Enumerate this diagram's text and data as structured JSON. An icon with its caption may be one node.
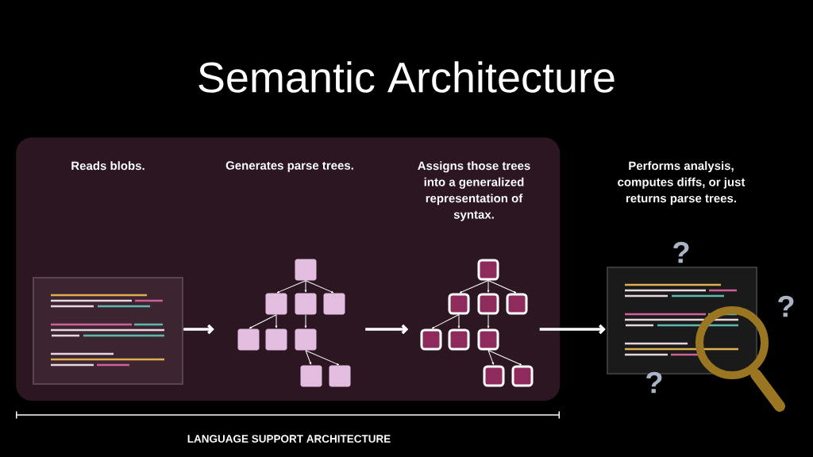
{
  "diagram": {
    "title": "Semantic Architecture",
    "nodes": [
      {
        "text": [],
        "shape": "box"
      },
      {
        "text": [
          "Reads blobs."
        ],
        "in": 0
      },
      {
        "text": [],
        "shape": "picture",
        "in": 1
      },
      {
        "text": [
          "Generates parse trees."
        ],
        "in": 0
      },
      {
        "text": [],
        "shape": "box",
        "in": 3
      },
      {
        "text": [],
        "shape": "box",
        "in": 3
      },
      {
        "text": [],
        "shape": "box",
        "in": 3
      },
      {
        "text": [],
        "shape": "box",
        "in": 3
      },
      {
        "text": [],
        "shape": "box",
        "in": 3
      },
      {
        "text": [],
        "shape": "box",
        "in": 3
      },
      {
        "text": [],
        "shape": "box",
        "in": 3
      },
      {
        "text": [],
        "shape": "box",
        "in": 3
      },
      {
        "text": [],
        "shape": "box",
        "in": 3
      },
      {
        "text": [
          "Assigns those trees into a generalized representation of syntax."
        ],
        "in": 0
      },
      {
        "text": [],
        "shape": "box",
        "in": 13
      },
      {
        "text": [],
        "shape": "box",
        "in": 13
      },
      {
        "text": [],
        "shape": "box",
        "in": 13
      },
      {
        "text": [],
        "shape": "box",
        "in": 13
      },
      {
        "text": [],
        "shape": "box",
        "in": 13
      },
      {
        "text": [],
        "shape": "box",
        "in": 13
      },
      {
        "text": [],
        "shape": "box",
        "in": 13
      },
      {
        "text": [],
        "shape": "box",
        "in": 13
      },
      {
        "text": [],
        "shape": "box",
        "in": 13
      },
      {
        "text": [
          "Performs analysis, computes diffs, or just returns parse trees."
        ]
      },
      {
        "text": [],
        "shape": "picture",
        "in": 23
      }
    ],
    "edges": [
      {
        "from": 1,
        "to": 3,
        "arrow": "to",
        "style": "thick"
      },
      {
        "from": 3,
        "to": 13,
        "arrow": "to",
        "style": "thick"
      },
      {
        "from": 13,
        "to": 23,
        "arrow": "to",
        "style": "thick"
      },
      {
        "from": 4,
        "to": 5,
        "arrow": "to"
      },
      {
        "from": 4,
        "to": 6,
        "arrow": "to"
      },
      {
        "from": 4,
        "to": 7,
        "arrow": "to"
      },
      {
        "from": 5,
        "to": 8,
        "arrow": "to"
      },
      {
        "from": 5,
        "to": 9,
        "arrow": "to"
      },
      {
        "from": 6,
        "to": 10,
        "arrow": "to"
      },
      {
        "from": 10,
        "to": 11,
        "arrow": "to"
      },
      {
        "from": 10,
        "to": 12,
        "arrow": "to"
      },
      {
        "from": 14,
        "to": 15,
        "arrow": "to"
      },
      {
        "from": 14,
        "to": 16,
        "arrow": "to"
      },
      {
        "from": 14,
        "to": 17,
        "arrow": "to"
      },
      {
        "from": 15,
        "to": 18,
        "arrow": "to"
      },
      {
        "from": 15,
        "to": 19,
        "arrow": "to"
      },
      {
        "from": 16,
        "to": 20,
        "arrow": "to"
      },
      {
        "from": 20,
        "to": 21,
        "arrow": "to"
      },
      {
        "from": 20,
        "to": 22,
        "arrow": "to"
      }
    ],
    "labels": [
      "?",
      "?",
      "?",
      "LANGUAGE SUPPORT ARCHITECTURE"
    ]
  }
}
